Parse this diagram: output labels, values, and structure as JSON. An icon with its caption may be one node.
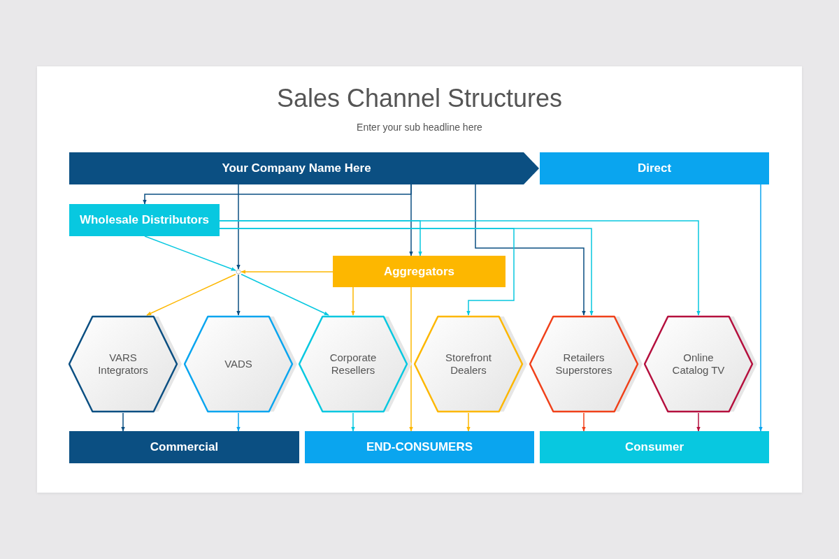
{
  "diagram": {
    "title": "Sales Channel Structures",
    "caption": "Enter your sub headline here",
    "nodes": [
      {
        "text": [
          "Your Company Name Here"
        ]
      },
      {
        "text": [
          "Direct"
        ]
      },
      {
        "text": [
          "Wholesale Distributors"
        ]
      },
      {
        "text": [
          "Aggregators"
        ]
      },
      {
        "text": [],
        "shape": "circle"
      },
      {
        "text": [
          "VARS Integrators"
        ]
      },
      {
        "text": [
          "VADS"
        ]
      },
      {
        "text": [
          "Corporate Resellers"
        ]
      },
      {
        "text": [
          "Storefront Dealers"
        ]
      },
      {
        "text": [
          "Retailers Superstores"
        ]
      },
      {
        "text": [
          "Online Catalog TV"
        ]
      },
      {
        "text": [
          "Commercial"
        ]
      },
      {
        "text": [
          "END-CONSUMERS"
        ]
      },
      {
        "text": [
          "Consumer"
        ]
      }
    ],
    "edges": [
      {
        "from": 0,
        "to": 2,
        "arrow": "to",
        "color": "#0b4f82"
      },
      {
        "from": 0,
        "to": 3,
        "arrow": "to",
        "color": "#0b4f82"
      },
      {
        "from": 0,
        "to": 4,
        "arrow": "to",
        "color": "#0b4f82"
      },
      {
        "from": 0,
        "to": 9,
        "arrow": "to",
        "color": "#0b4f82"
      },
      {
        "from": 2,
        "to": 3,
        "arrow": "to"
      },
      {
        "from": 2,
        "to": 10,
        "arrow": "to"
      },
      {
        "from": 2,
        "to": 8,
        "arrow": "to"
      },
      {
        "from": 2,
        "to": 9,
        "arrow": "to"
      },
      {
        "from": 2,
        "to": 4,
        "arrow": "to"
      },
      {
        "from": 3,
        "to": 4,
        "arrow": "to",
        "color": "#fdb700"
      },
      {
        "from": 3,
        "to": 7,
        "arrow": "to",
        "color": "#fdb700"
      },
      {
        "from": 3,
        "to": 12,
        "arrow": "to",
        "color": "#fdb700"
      },
      {
        "from": 4,
        "to": 5,
        "arrow": "to",
        "color": "#fdb700"
      },
      {
        "from": 4,
        "to": 6,
        "arrow": "to",
        "color": "#0b4f82"
      },
      {
        "from": 4,
        "to": 7,
        "arrow": "to"
      },
      {
        "from": 1,
        "to": 13,
        "arrow": "to",
        "color": "#0aa5ef"
      },
      {
        "from": 5,
        "to": 11,
        "arrow": "to",
        "color": "#0b4f82"
      },
      {
        "from": 6,
        "to": 11,
        "arrow": "to",
        "color": "#0aa5ef"
      },
      {
        "from": 7,
        "to": 12,
        "arrow": "to"
      },
      {
        "from": 8,
        "to": 12,
        "arrow": "to",
        "color": "#fdb700"
      },
      {
        "from": 9,
        "to": 13,
        "arrow": "to",
        "color": "#f0411a"
      },
      {
        "from": 10,
        "to": 13,
        "arrow": "to",
        "color": "#b5103e"
      }
    ]
  }
}
